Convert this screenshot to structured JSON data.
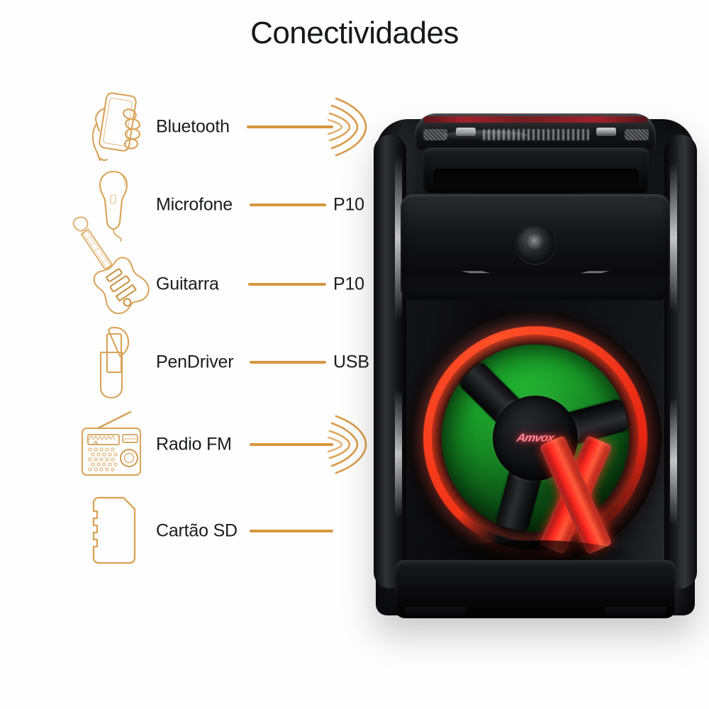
{
  "page": {
    "title": "Conectividades",
    "background_color": "#ffffff",
    "accent_color": "#d79640",
    "text_color": "#1b1c1e"
  },
  "features": [
    {
      "icon": "hand-holding-phone-icon",
      "label": "Bluetooth",
      "value": "",
      "indicator": "wireless-waves-icon"
    },
    {
      "icon": "microphone-icon",
      "label": "Microfone",
      "value": "P10",
      "indicator": "value"
    },
    {
      "icon": "electric-guitar-icon",
      "label": "Guitarra",
      "value": "P10",
      "indicator": "value"
    },
    {
      "icon": "usb-flash-drive-icon",
      "label": "PenDriver",
      "value": "USB",
      "indicator": "value"
    },
    {
      "icon": "radio-receiver-icon",
      "label": "Radio FM",
      "value": "",
      "indicator": "wireless-waves-icon"
    },
    {
      "icon": "sd-card-icon",
      "label": "Cartão SD",
      "value": "",
      "indicator": "none"
    }
  ],
  "product": {
    "name": "product-speaker-image",
    "brand_logo_text": "Amvox",
    "led_ring_color": "#ff3a19",
    "cone_glow_color": "#22b531",
    "accent_x_color": "#ff2a20",
    "body_color": "#0d0e10"
  }
}
